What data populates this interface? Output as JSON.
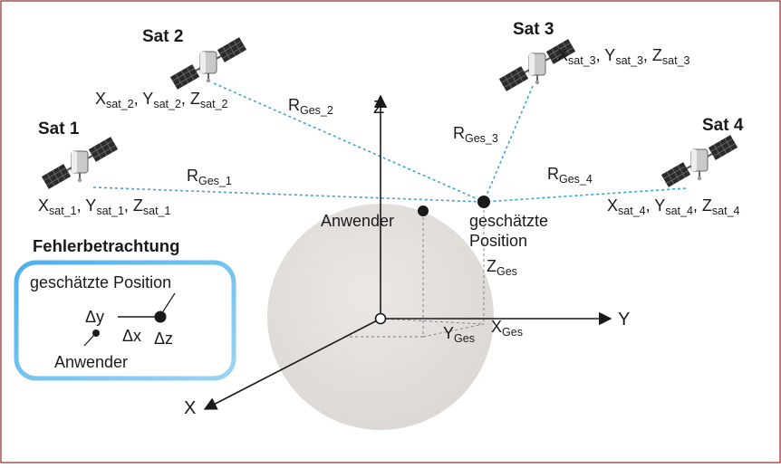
{
  "satellites": [
    {
      "name": "Sat 1",
      "coords": [
        {
          "base": "X",
          "sub": "sat_1"
        },
        {
          "base": "Y",
          "sub": "sat_1"
        },
        {
          "base": "Z",
          "sub": "sat_1"
        }
      ],
      "range": {
        "base": "R",
        "sub": "Ges_1"
      }
    },
    {
      "name": "Sat 2",
      "coords": [
        {
          "base": "X",
          "sub": "sat_2"
        },
        {
          "base": "Y",
          "sub": "sat_2"
        },
        {
          "base": "Z",
          "sub": "sat_2"
        }
      ],
      "range": {
        "base": "R",
        "sub": "Ges_2"
      }
    },
    {
      "name": "Sat 3",
      "coords": [
        {
          "base": "X",
          "sub": "sat_3"
        },
        {
          "base": "Y",
          "sub": "sat_3"
        },
        {
          "base": "Z",
          "sub": "sat_3"
        }
      ],
      "range": {
        "base": "R",
        "sub": "Ges_3"
      }
    },
    {
      "name": "Sat 4",
      "coords": [
        {
          "base": "X",
          "sub": "sat_4"
        },
        {
          "base": "Y",
          "sub": "sat_4"
        },
        {
          "base": "Z",
          "sub": "sat_4"
        }
      ],
      "range": {
        "base": "R",
        "sub": "Ges_4"
      }
    }
  ],
  "axes": {
    "x": "X",
    "y": "Y",
    "z": "Z"
  },
  "estimate": {
    "line1": "geschätzte",
    "line2": "Position"
  },
  "user_label": "Anwender",
  "components": {
    "z": {
      "base": "Z",
      "sub": "Ges"
    },
    "y": {
      "base": "Y",
      "sub": "Ges"
    },
    "x": {
      "base": "X",
      "sub": "Ges"
    }
  },
  "error_box": {
    "title": "Fehlerbetrachtung",
    "position_label": "geschätzte Position",
    "user_label": "Anwender",
    "dx": "Δx",
    "dy": "Δy",
    "dz": "Δz"
  },
  "colors": {
    "range_line": "#3aa3dc",
    "axis": "#1a1a1a",
    "sphere": "#e6e2df",
    "box_border": "#5ab4e8",
    "frame": "#8a2a2a"
  }
}
